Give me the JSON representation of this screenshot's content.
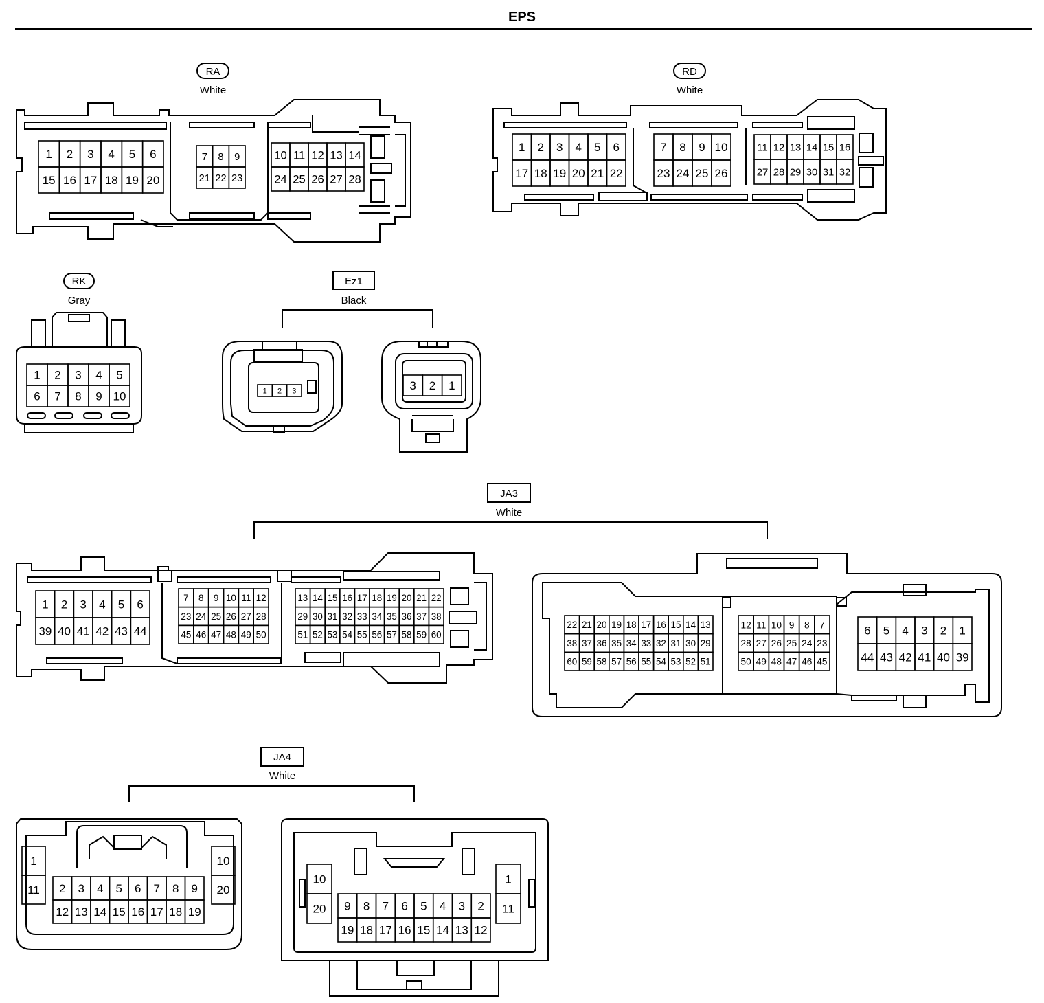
{
  "title": "EPS",
  "connectors": {
    "RA": {
      "code": "RA",
      "color": "White",
      "groups": [
        {
          "rows": [
            [
              "1",
              "2",
              "3",
              "4",
              "5",
              "6"
            ],
            [
              "15",
              "16",
              "17",
              "18",
              "19",
              "20"
            ]
          ]
        },
        {
          "rows": [
            [
              "7",
              "8",
              "9"
            ],
            [
              "21",
              "22",
              "23"
            ]
          ]
        },
        {
          "rows": [
            [
              "10",
              "11",
              "12",
              "13",
              "14"
            ],
            [
              "24",
              "25",
              "26",
              "27",
              "28"
            ]
          ]
        }
      ]
    },
    "RD": {
      "code": "RD",
      "color": "White",
      "groups": [
        {
          "rows": [
            [
              "1",
              "2",
              "3",
              "4",
              "5",
              "6"
            ],
            [
              "17",
              "18",
              "19",
              "20",
              "21",
              "22"
            ]
          ]
        },
        {
          "rows": [
            [
              "7",
              "8",
              "9",
              "10"
            ],
            [
              "23",
              "24",
              "25",
              "26"
            ]
          ]
        },
        {
          "rows": [
            [
              "11",
              "12",
              "13",
              "14",
              "15",
              "16"
            ],
            [
              "27",
              "28",
              "29",
              "30",
              "31",
              "32"
            ]
          ]
        }
      ]
    },
    "RK": {
      "code": "RK",
      "color": "Gray",
      "groups": [
        {
          "rows": [
            [
              "1",
              "2",
              "3",
              "4",
              "5"
            ],
            [
              "6",
              "7",
              "8",
              "9",
              "10"
            ]
          ]
        }
      ]
    },
    "Ez1": {
      "code": "Ez1",
      "color": "Black",
      "female": {
        "rows": [
          [
            "1",
            "2",
            "3"
          ]
        ]
      },
      "male": {
        "rows": [
          [
            "3",
            "2",
            "1"
          ]
        ]
      }
    },
    "JA3": {
      "code": "JA3",
      "color": "White",
      "left": [
        {
          "rows": [
            [
              "1",
              "2",
              "3",
              "4",
              "5",
              "6"
            ],
            [
              "39",
              "40",
              "41",
              "42",
              "43",
              "44"
            ]
          ]
        },
        {
          "rows": [
            [
              "7",
              "8",
              "9",
              "10",
              "11",
              "12"
            ],
            [
              "23",
              "24",
              "25",
              "26",
              "27",
              "28"
            ],
            [
              "45",
              "46",
              "47",
              "48",
              "49",
              "50"
            ]
          ]
        },
        {
          "rows": [
            [
              "13",
              "14",
              "15",
              "16",
              "17",
              "18",
              "19",
              "20",
              "21",
              "22"
            ],
            [
              "29",
              "30",
              "31",
              "32",
              "33",
              "34",
              "35",
              "36",
              "37",
              "38"
            ],
            [
              "51",
              "52",
              "53",
              "54",
              "55",
              "56",
              "57",
              "58",
              "59",
              "60"
            ]
          ]
        }
      ],
      "right": [
        {
          "rows": [
            [
              "22",
              "21",
              "20",
              "19",
              "18",
              "17",
              "16",
              "15",
              "14",
              "13"
            ],
            [
              "38",
              "37",
              "36",
              "35",
              "34",
              "33",
              "32",
              "31",
              "30",
              "29"
            ],
            [
              "60",
              "59",
              "58",
              "57",
              "56",
              "55",
              "54",
              "53",
              "52",
              "51"
            ]
          ]
        },
        {
          "rows": [
            [
              "12",
              "11",
              "10",
              "9",
              "8",
              "7"
            ],
            [
              "28",
              "27",
              "26",
              "25",
              "24",
              "23"
            ],
            [
              "50",
              "49",
              "48",
              "47",
              "46",
              "45"
            ]
          ]
        },
        {
          "rows": [
            [
              "6",
              "5",
              "4",
              "3",
              "2",
              "1"
            ],
            [
              "44",
              "43",
              "42",
              "41",
              "40",
              "39"
            ]
          ]
        }
      ]
    },
    "JA4": {
      "code": "JA4",
      "color": "White",
      "left": [
        {
          "rows": [
            [
              "1"
            ],
            [
              "11"
            ]
          ]
        },
        {
          "rows": [
            [
              "2",
              "3",
              "4",
              "5",
              "6",
              "7",
              "8",
              "9"
            ],
            [
              "12",
              "13",
              "14",
              "15",
              "16",
              "17",
              "18",
              "19"
            ]
          ]
        },
        {
          "rows": [
            [
              "10"
            ],
            [
              "20"
            ]
          ]
        }
      ],
      "right": [
        {
          "rows": [
            [
              "10"
            ],
            [
              "20"
            ]
          ]
        },
        {
          "rows": [
            [
              "9",
              "8",
              "7",
              "6",
              "5",
              "4",
              "3",
              "2"
            ],
            [
              "19",
              "18",
              "17",
              "16",
              "15",
              "14",
              "13",
              "12"
            ]
          ]
        },
        {
          "rows": [
            [
              "1"
            ],
            [
              "11"
            ]
          ]
        }
      ]
    }
  }
}
